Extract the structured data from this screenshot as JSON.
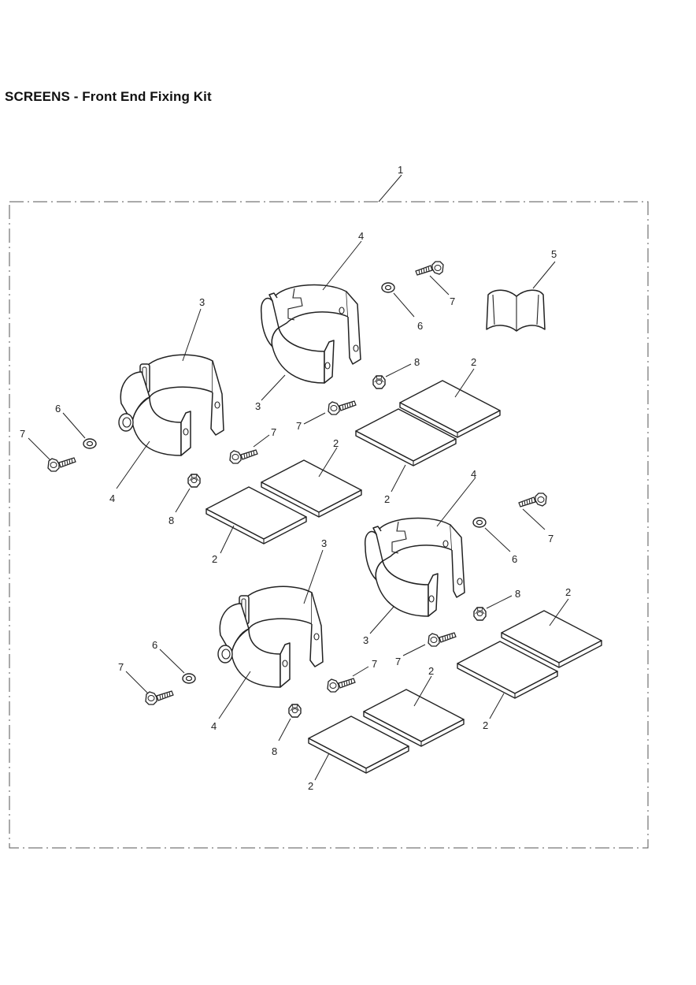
{
  "title": "SCREENS - Front End Fixing Kit",
  "callouts": {
    "c1": "1",
    "c2a": "2",
    "c2b": "2",
    "c2c": "2",
    "c2d": "2",
    "c2e": "2",
    "c2f": "2",
    "c2g": "2",
    "c2h": "2",
    "c3a": "3",
    "c3b": "3",
    "c3c": "3",
    "c3d": "3",
    "c4a": "4",
    "c4b": "4",
    "c4c": "4",
    "c4d": "4",
    "c5": "5",
    "c6a": "6",
    "c6b": "6",
    "c6c": "6",
    "c6d": "6",
    "c7a": "7",
    "c7b": "7",
    "c7c": "7",
    "c7d": "7",
    "c7e": "7",
    "c7f": "7",
    "c7g": "7",
    "c7h": "7",
    "c8a": "8",
    "c8b": "8",
    "c8c": "8",
    "c8d": "8"
  },
  "icons": {
    "clamp": "clamp-half-icon",
    "pad": "rubber-pad-icon",
    "bolt": "flange-bolt-icon",
    "washer": "washer-icon",
    "nut": "nut-icon",
    "manual": "instruction-booklet-icon"
  }
}
